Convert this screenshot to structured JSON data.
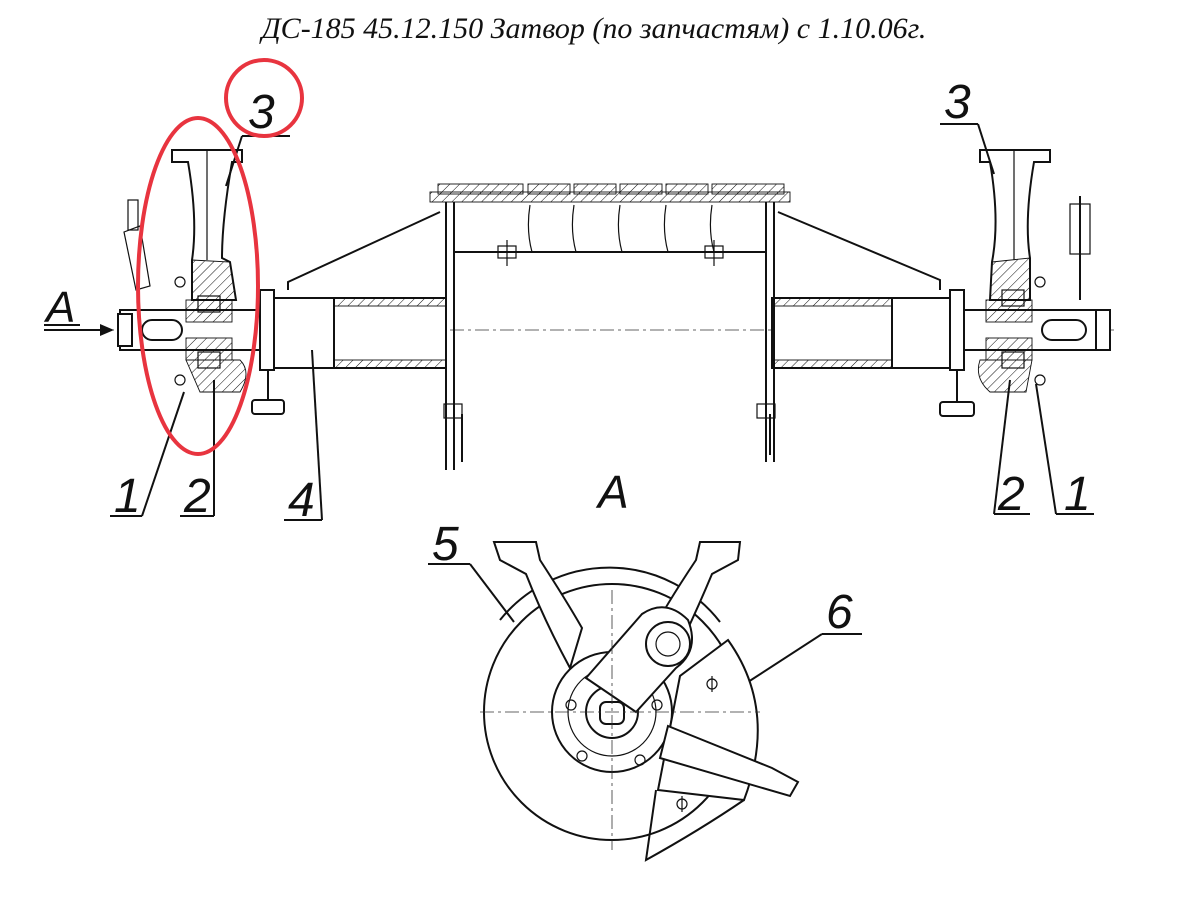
{
  "title": "ДС-185 45.12.150 Затвор (по запчастям) с 1.10.06г.",
  "view_label": "А",
  "arrow_label": "А",
  "callouts": {
    "left_1": "1",
    "left_2": "2",
    "left_3": "3",
    "part_4": "4",
    "right_1": "1",
    "right_2": "2",
    "right_3": "3",
    "part_5": "5",
    "part_6": "6"
  },
  "highlight_color": "#e8343f"
}
